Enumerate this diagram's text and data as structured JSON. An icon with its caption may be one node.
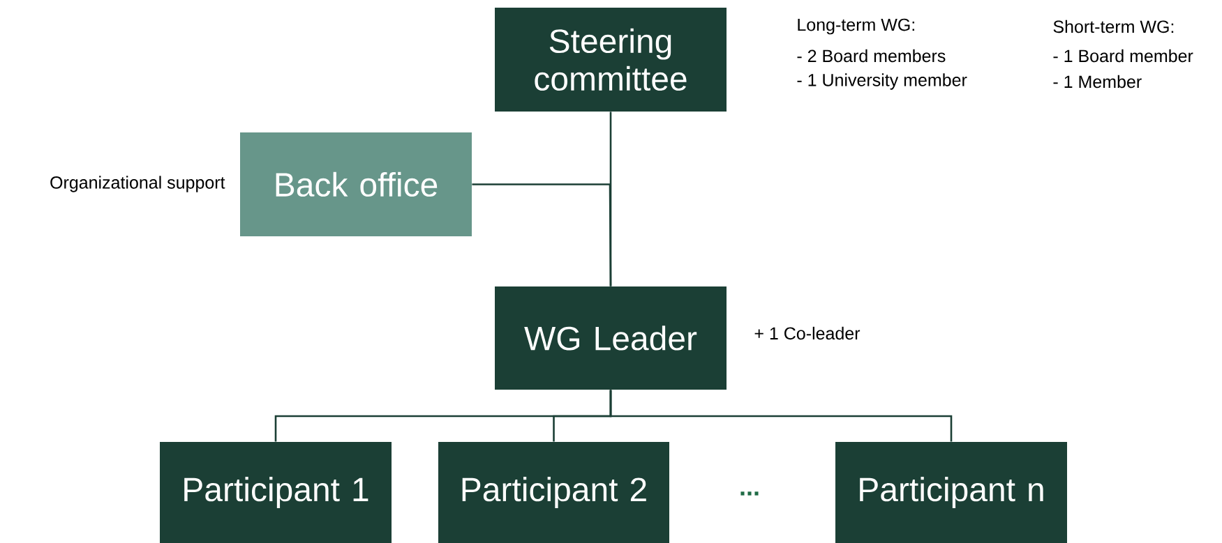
{
  "diagram": {
    "nodes": [
      {
        "text": [
          "Steering committee"
        ]
      },
      {
        "text": [
          "Back office"
        ],
        "beside": [
          "Organizational support"
        ]
      },
      {
        "text": [
          "WG Leader"
        ],
        "beside": [
          "+ 1 Co-leader"
        ]
      },
      {
        "text": [
          "Participant 1"
        ]
      },
      {
        "text": [
          "Participant 2"
        ]
      },
      {
        "text": [
          "Participant n"
        ]
      }
    ],
    "edges": [
      {
        "from": 0,
        "to": 2,
        "arrow": "none"
      },
      {
        "from": 1,
        "to": 2,
        "arrow": "none"
      },
      {
        "from": 2,
        "to": 3,
        "arrow": "none"
      },
      {
        "from": 2,
        "to": 4,
        "arrow": "none"
      },
      {
        "from": 2,
        "to": 5,
        "arrow": "none"
      }
    ],
    "labels": [
      "Long-term WG:",
      "- 2 Board members",
      "- 1 University member",
      "Short-term WG:",
      "- 1 Board member",
      "- 1 Member",
      "..."
    ]
  }
}
